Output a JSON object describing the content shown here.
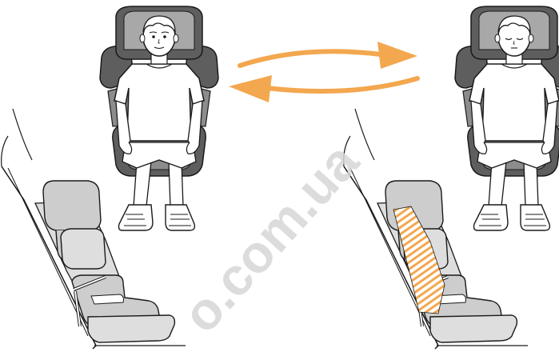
{
  "watermark": {
    "text": "o.com.ua"
  },
  "colors": {
    "line": "#1a1a1a",
    "seat_dark": "#5e5e5e",
    "seat_mid": "#8c8c8c",
    "seat_light": "#cdcdcd",
    "seat_lighter": "#dedede",
    "arrow": "#f3a74f",
    "hatch": "#f3a74f",
    "watermark": "#d6d6d6"
  },
  "panels": [
    {
      "name": "child-awake",
      "state": "awake"
    },
    {
      "name": "child-asleep",
      "state": "asleep"
    },
    {
      "name": "seat-upright",
      "recline": "none"
    },
    {
      "name": "seat-reclined",
      "recline": "wedge"
    }
  ],
  "arrows": {
    "direction": "bidirectional",
    "icon": "swap-arrows-icon"
  }
}
